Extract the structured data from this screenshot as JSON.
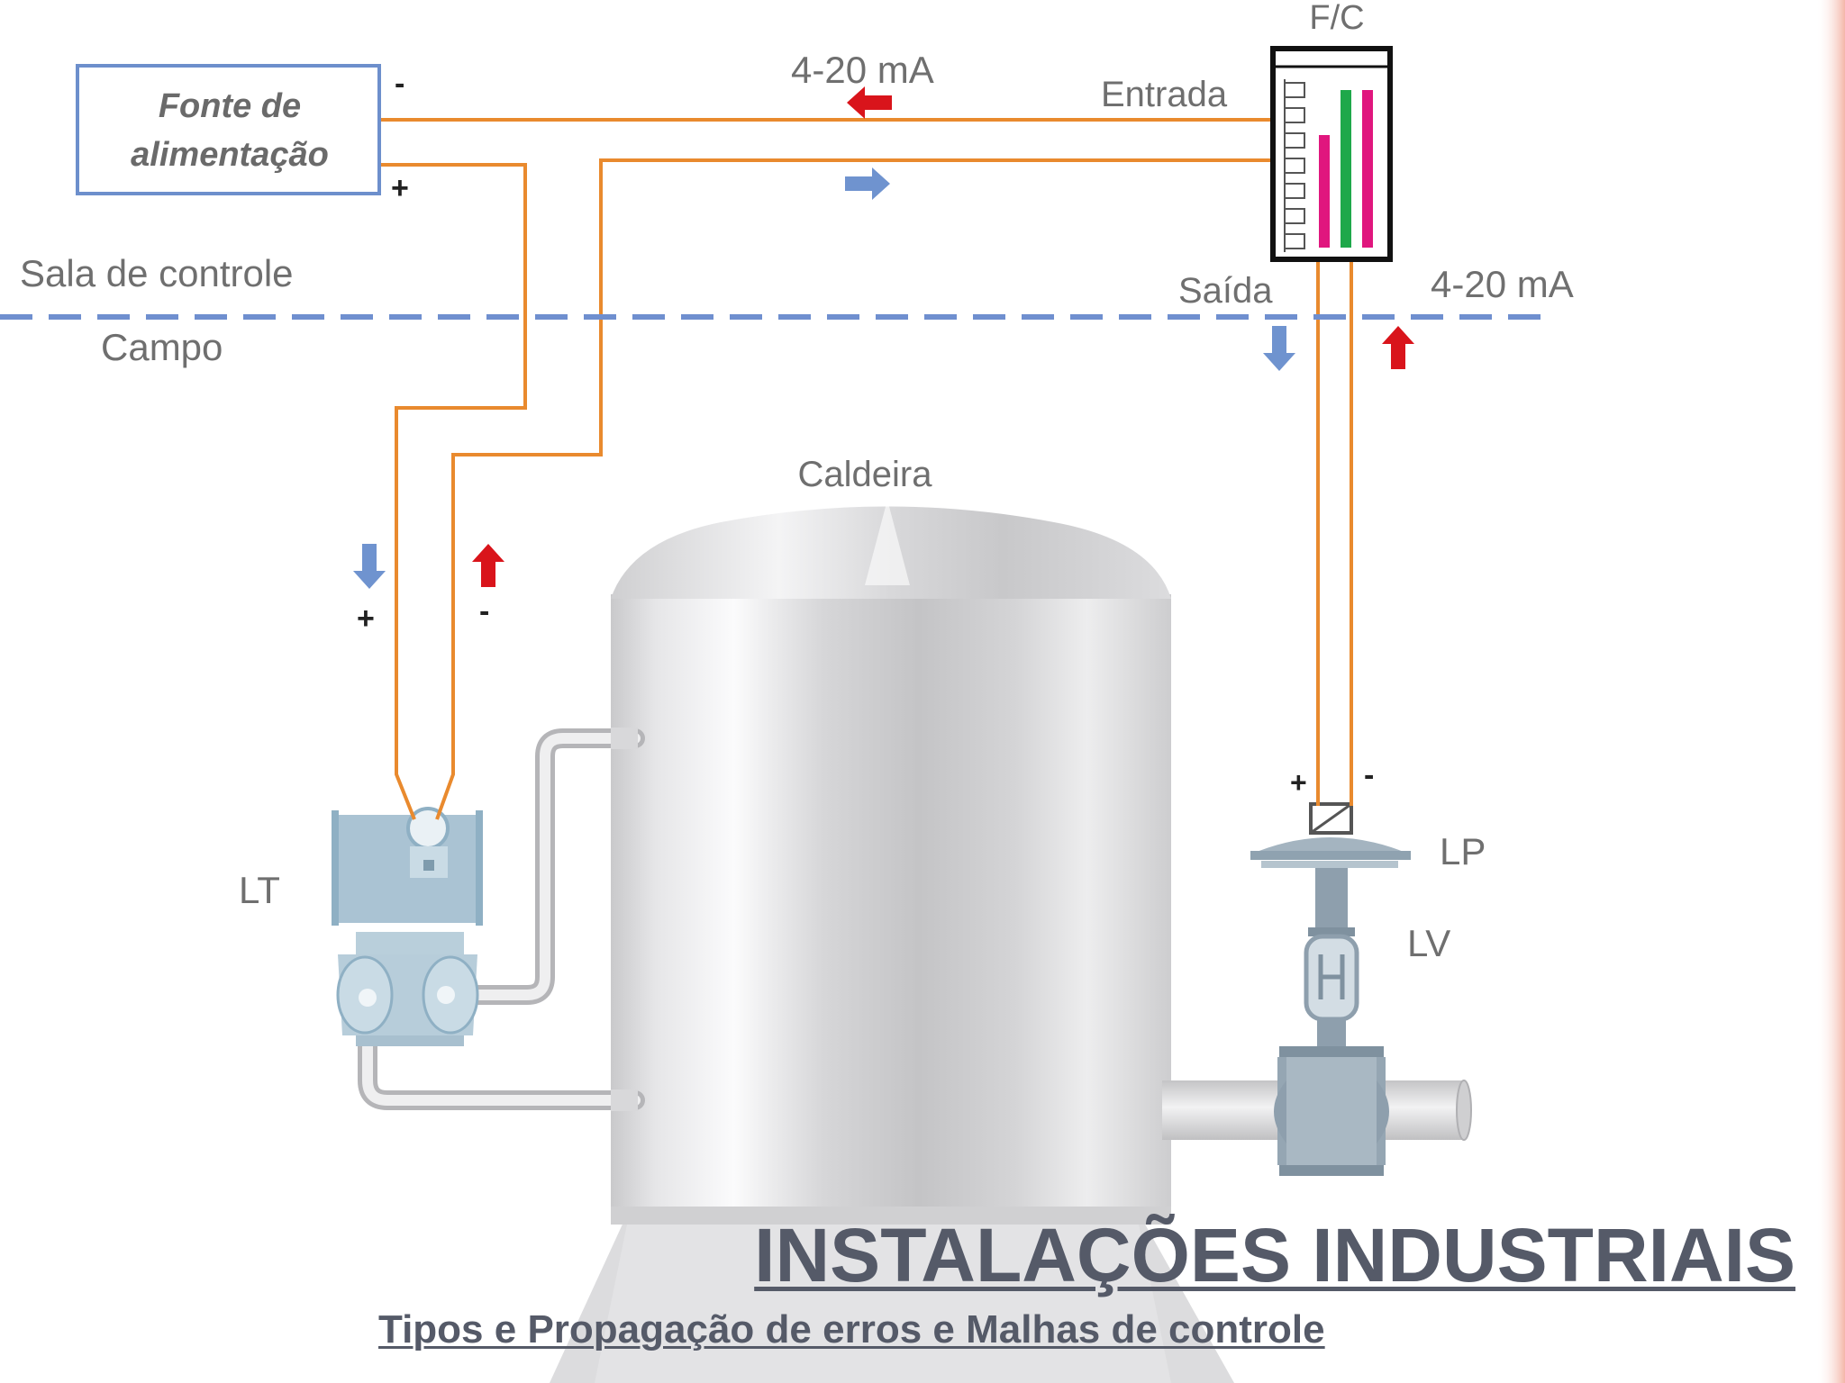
{
  "labels": {
    "power_supply_line1": "Fonte de",
    "power_supply_line2": "alimentação",
    "power_minus": "-",
    "power_plus": "+",
    "signal_in": "4-20 mA",
    "entrada": "Entrada",
    "controller": "F/C",
    "saida": "Saída",
    "signal_out": "4-20 mA",
    "control_room": "Sala de controle",
    "field": "Campo",
    "boiler": "Caldeira",
    "lt_plus": "+",
    "lt_minus": "-",
    "transmitter": "LT",
    "valve_plus": "+",
    "valve_minus": "-",
    "positioner": "LP",
    "valve": "LV"
  },
  "titles": {
    "main": "INSTALAÇÕES INDUSTRIAIS",
    "subtitle": "Tipos e Propagação de erros e Malhas de controle"
  },
  "colors": {
    "wire": "#e98a2e",
    "arrow_red": "#d9141b",
    "arrow_blue": "#6f93cf",
    "divider": "#6f8fcf",
    "bar_magenta": "#e0167e",
    "bar_green": "#1ea84a",
    "page_edge": "#f4b6a8"
  },
  "icons": {
    "power_supply": "power-supply-box",
    "controller": "controller-bargraph",
    "transmitter": "level-transmitter",
    "valve": "control-valve",
    "boiler": "boiler-tank"
  }
}
